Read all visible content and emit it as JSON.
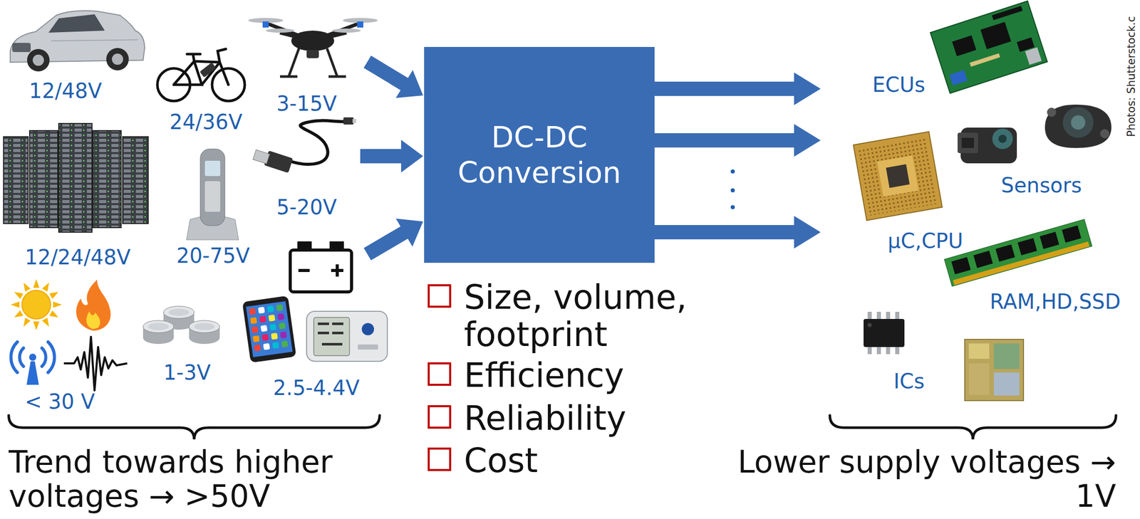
{
  "diagram": {
    "nodes": [
      {
        "text": [
          "DC-DC Conversion"
        ]
      }
    ],
    "labels": [
      "12/48V",
      "24/36V",
      "3-15V",
      "12/24/48V",
      "20-75V",
      "5-20V",
      "< 30 V",
      "1-3V",
      "2.5-4.4V",
      "Size, volume, footprint",
      "Efficiency",
      "Reliability",
      "Cost",
      "ECUs",
      "Sensors",
      "µC,CPU",
      "RAM,HD,SSD",
      "ICs",
      "Trend towards higher voltages → >50V",
      "Lower supply voltages → 1V",
      "Photos: Shutterstock.c"
    ]
  }
}
